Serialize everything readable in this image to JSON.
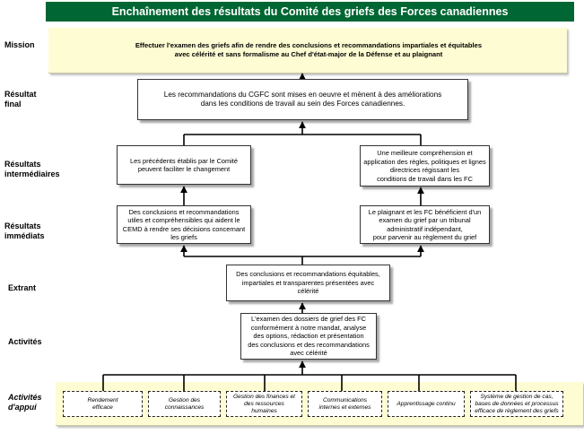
{
  "title": "Enchaînement des résultats du Comité des griefs des Forces canadiennes",
  "labels": {
    "mission": "Mission",
    "resultat_final_1": "Résultat",
    "resultat_final_2": "final",
    "intermediaires_1": "Résultats",
    "intermediaires_2": "intermédiaires",
    "immediats_1": "Résultats",
    "immediats_2": "immédiats",
    "extrant": "Extrant",
    "activites": "Activités",
    "activites_appui_1": "Activités",
    "activites_appui_2": "d'appui"
  },
  "mission": {
    "line1": "Effectuer l'examen des griefs afin de rendre des conclusions et recommandations impartiales et équitables",
    "line2": "avec célérité et sans formalisme au Chef d'état-major de la Défense et au plaignant"
  },
  "final": {
    "line1": "Les recommandations du CGFC sont mises en oeuvre et mènent à des améliorations",
    "line2": "dans les conditions de travail au sein des Forces canadiennes."
  },
  "intermediate_left": {
    "line1": "Les précédents établis par le Comité",
    "line2": "peuvent faciliter le changement"
  },
  "intermediate_right": {
    "line1": "Une meilleure compréhension et",
    "line2": "application des règles, politiques et lignes",
    "line3": "directrices régissant les",
    "line4": "conditions de travail dans les FC"
  },
  "immediate_left": {
    "line1": "Des conclusions et recommandations",
    "line2": "utiles et compréhensibles qui aident le",
    "line3": "CEMD à rendre ses décisions concernant",
    "line4": "les griefs"
  },
  "immediate_right": {
    "line1": "Le plaignant et les FC bénéficient d'un",
    "line2": "examen du grief par un tribunal",
    "line3": "administratif indépendant,",
    "line4": "pour parvenir au règlement du grief"
  },
  "extrant": {
    "line1": "Des conclusions et recommandations équitables,",
    "line2": "impartiales et transparentes présentées avec",
    "line3": "célérité"
  },
  "activites": {
    "line1": "L'examen des dossiers de grief des FC",
    "line2": "conformément à notre mandat, analyse",
    "line3": "des options, rédaction et présentation",
    "line4": "des conclusions et des recommandations",
    "line5": "avec célérité"
  },
  "support": [
    {
      "line1": "Rendement",
      "line2": "efficace"
    },
    {
      "line1": "Gestion des",
      "line2": "connaissances"
    },
    {
      "line1": "Gestion des finances et",
      "line2": "des ressources",
      "line3": "humaines"
    },
    {
      "line1": "Communications",
      "line2": "internes et externes"
    },
    {
      "line1": "Apprentissage continu"
    },
    {
      "line1": "Système de gestion de cas,",
      "line2": "bases de données et processus",
      "line3": "efficace de règlement des griefs"
    }
  ],
  "colors": {
    "title_bg": "#006633",
    "band_bg": "#fefcd2"
  }
}
